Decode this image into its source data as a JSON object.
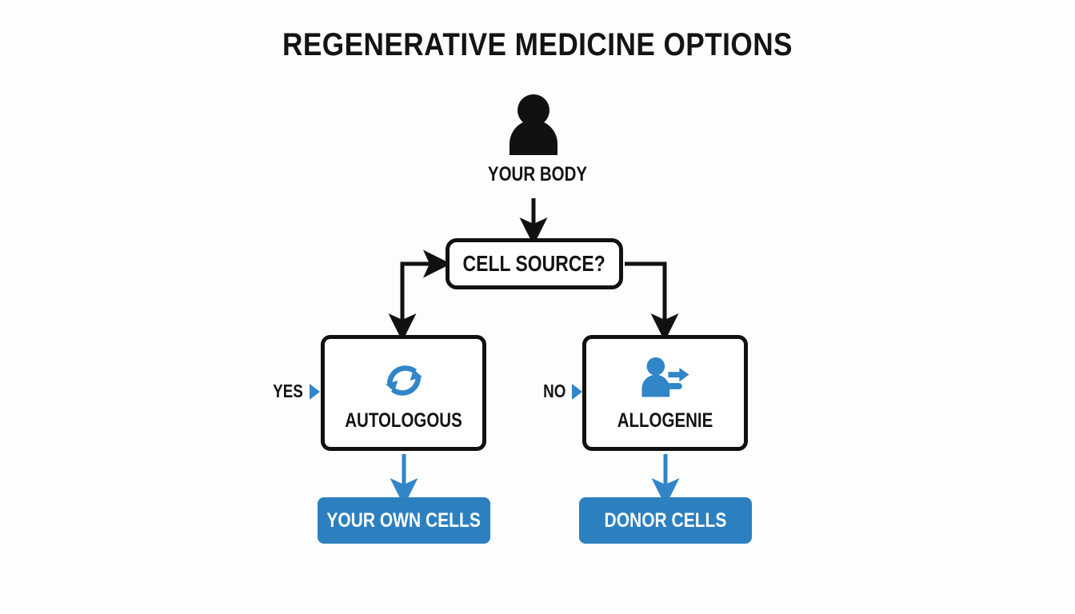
{
  "title": "REGENERATIVE MEDICINE OPTIONS",
  "source": {
    "icon": "person-icon",
    "label": "YOUR BODY"
  },
  "decision": {
    "label": "CELL SOURCE?"
  },
  "branches": [
    {
      "marker": "YES",
      "label": "AUTOLOGOUS",
      "icon": "recycle-arrows-icon",
      "outcome": "YOUR OWN CELLS"
    },
    {
      "marker": "NO",
      "label": "ALLOGENIE",
      "icon": "donor-person-icon",
      "outcome": "DONOR CELLS"
    }
  ],
  "colors": {
    "accent_blue": "#2c80c0",
    "icon_blue": "#3186c8",
    "line_black": "#111111",
    "background": "#fdfdfd",
    "text": "#141414"
  }
}
